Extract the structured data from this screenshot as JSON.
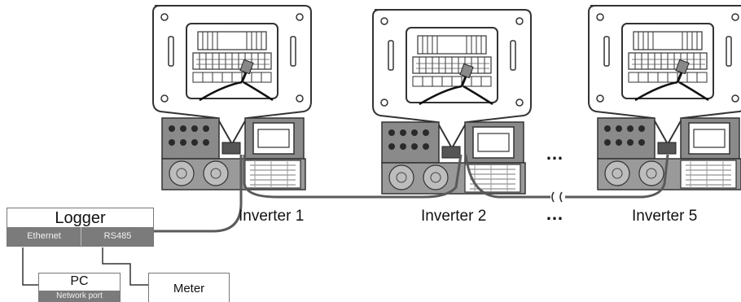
{
  "inverters": [
    {
      "label": "Inverter 1"
    },
    {
      "label": "Inverter 2"
    },
    {
      "label": "Inverter 5"
    }
  ],
  "ellipsis": "…",
  "logger": {
    "title": "Logger",
    "ports": {
      "ethernet": "Ethernet",
      "rs485": "RS485"
    }
  },
  "pc": {
    "title": "PC",
    "port": "Network port"
  },
  "meter": {
    "title": "Meter"
  },
  "colors": {
    "cable": "#5a5a5a",
    "port_bar": "#7b7b7b",
    "panel_line": "#333333",
    "device_body": "#8a8a8a"
  }
}
